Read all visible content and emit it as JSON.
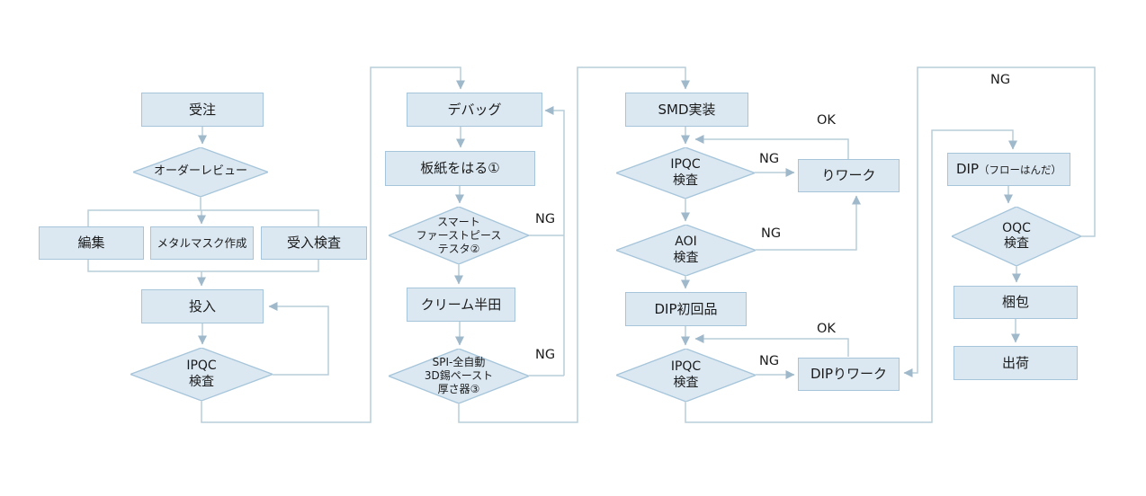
{
  "colors": {
    "background": "#ffffff",
    "node_fill": "#dbe8f2",
    "node_border": "#a6c5da",
    "connector": "#b9cdd9",
    "arrow": "#9fb9cb",
    "text": "#1b1b1b"
  },
  "nodes": {
    "juchu": "受注",
    "order_review": "オーダーレビュー",
    "henshu": "編集",
    "metal_mask": "メタルマスク作成",
    "ukeire": "受入検査",
    "tonyu": "投入",
    "ipqc1": "IPQC\n検査",
    "debug": "デバッグ",
    "itagami": "板紙をはる①",
    "smart_tester": "スマート\nファーストピース\nテスタ②",
    "cream": "クリーム半田",
    "spi": "SPI-全自動\n3D錫ペースト\n厚さ器③",
    "smd": "SMD実装",
    "ipqc_smd": "IPQC\n検査",
    "rework": "りワーク",
    "aoi": "AOI\n検査",
    "dip_first": "DIP初回品",
    "ipqc_dip": "IPQC\n検査",
    "dip_rework": "DIPりワーク",
    "dip_flow_main": "DIP",
    "dip_flow_sub": "（フローはんだ）",
    "oqc": "OQC\n検査",
    "konpo": "梱包",
    "shukka": "出荷"
  },
  "edge_labels": {
    "smart_tester_ng": "NG",
    "spi_ng": "NG",
    "smd_ipqc_ng": "NG",
    "smd_rework_ok": "OK",
    "aoi_ng": "NG",
    "dip_ipqc_ng": "NG",
    "dip_rework_ok": "OK",
    "oqc_ng": "NG"
  }
}
